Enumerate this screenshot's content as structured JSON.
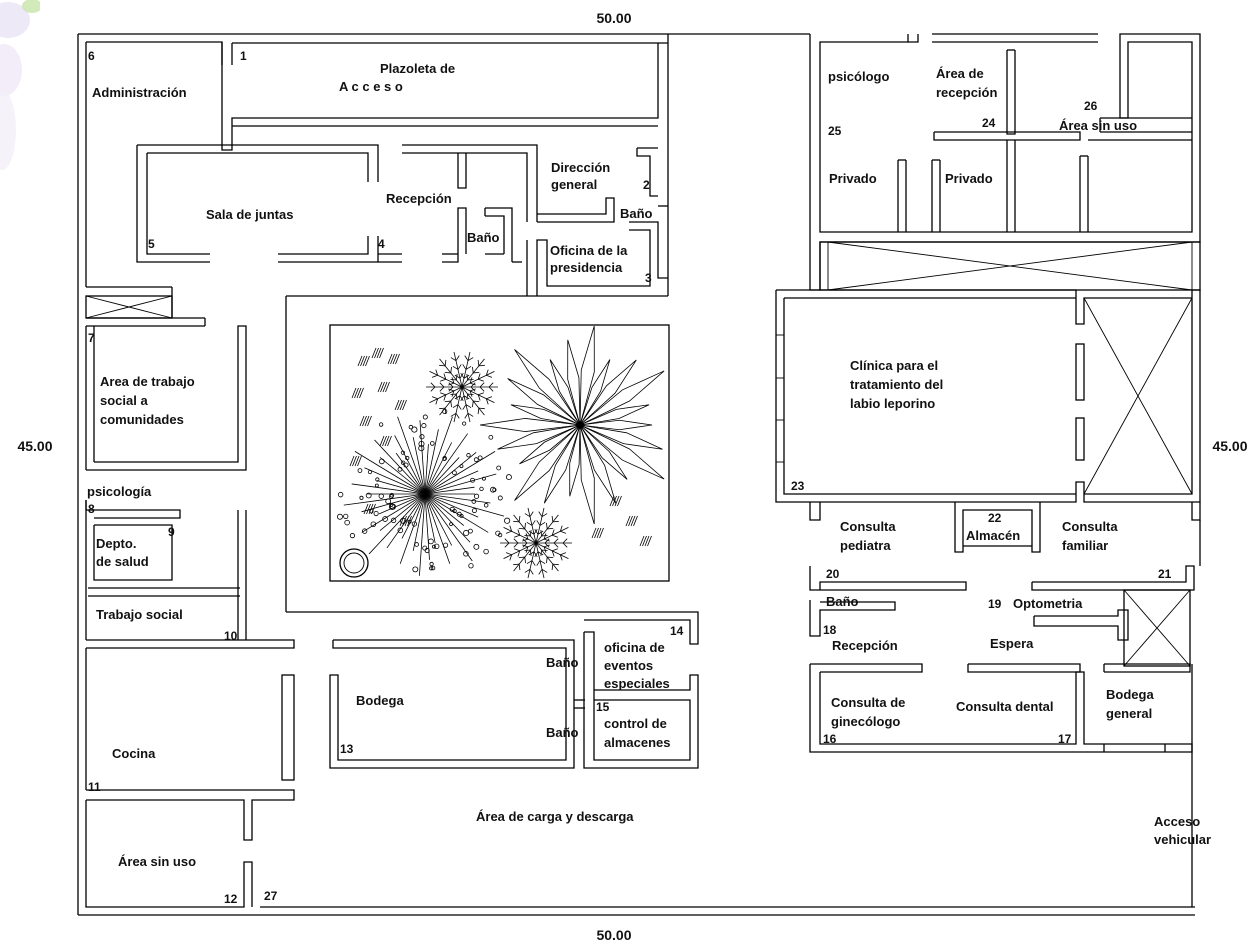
{
  "dimensions": {
    "top": "50.00",
    "bottom": "50.00",
    "left": "45.00",
    "right": "45.00"
  },
  "rooms": [
    {
      "id": "administracion",
      "label": "Administración"
    },
    {
      "id": "plazoleta",
      "label": "Plazoleta de"
    },
    {
      "id": "plazoleta2",
      "label": "A   c   c   e   s   o"
    },
    {
      "id": "sala-juntas",
      "label": "Sala de juntas"
    },
    {
      "id": "recepcion-main",
      "label": "Recepción"
    },
    {
      "id": "bano-a",
      "label": "Baño"
    },
    {
      "id": "direccion",
      "label": "Dirección"
    },
    {
      "id": "direccion2",
      "label": "general"
    },
    {
      "id": "bano-b",
      "label": "Baño"
    },
    {
      "id": "presidencia",
      "label": "Oficina de la"
    },
    {
      "id": "presidencia2",
      "label": "presidencia"
    },
    {
      "id": "psicologo",
      "label": "psicólogo"
    },
    {
      "id": "recepcion-area",
      "label": "Área de"
    },
    {
      "id": "recepcion-area2",
      "label": "recepción"
    },
    {
      "id": "sin-uso-a",
      "label": "Área sin uso"
    },
    {
      "id": "privado-a",
      "label": "Privado"
    },
    {
      "id": "privado-b",
      "label": "Privado"
    },
    {
      "id": "trabajo-social-com",
      "label": "Area de trabajo"
    },
    {
      "id": "trabajo-social-com2",
      "label": "social a"
    },
    {
      "id": "trabajo-social-com3",
      "label": "comunidades"
    },
    {
      "id": "clinica",
      "label": "Clínica para el"
    },
    {
      "id": "clinica2",
      "label": "tratamiento del"
    },
    {
      "id": "clinica3",
      "label": "labio leporino"
    },
    {
      "id": "psicologia",
      "label": "psicología"
    },
    {
      "id": "depto-salud",
      "label": "Depto."
    },
    {
      "id": "depto-salud2",
      "label": "de salud"
    },
    {
      "id": "trabajo-social",
      "label": "Trabajo social"
    },
    {
      "id": "consulta-pediatra",
      "label": "Consulta"
    },
    {
      "id": "consulta-pediatra2",
      "label": "pediatra"
    },
    {
      "id": "almacen",
      "label": "Almacén"
    },
    {
      "id": "consulta-familiar",
      "label": "Consulta"
    },
    {
      "id": "consulta-familiar2",
      "label": "familiar"
    },
    {
      "id": "bano-c",
      "label": "Baño"
    },
    {
      "id": "optometria",
      "label": "Optometria"
    },
    {
      "id": "recepcion-clinic",
      "label": "Recepción"
    },
    {
      "id": "espera",
      "label": "Espera"
    },
    {
      "id": "bodega",
      "label": "Bodega"
    },
    {
      "id": "bano-d",
      "label": "Baño"
    },
    {
      "id": "bano-e",
      "label": "Baño"
    },
    {
      "id": "eventos",
      "label": "oficina de"
    },
    {
      "id": "eventos2",
      "label": "eventos"
    },
    {
      "id": "eventos3",
      "label": "especiales"
    },
    {
      "id": "control",
      "label": "control de"
    },
    {
      "id": "control2",
      "label": "almacenes"
    },
    {
      "id": "ginecologo",
      "label": "Consulta de"
    },
    {
      "id": "ginecologo2",
      "label": "ginecólogo"
    },
    {
      "id": "dental",
      "label": "Consulta dental"
    },
    {
      "id": "bodega-general",
      "label": "Bodega"
    },
    {
      "id": "bodega-general2",
      "label": "general"
    },
    {
      "id": "cocina",
      "label": "Cocina"
    },
    {
      "id": "carga",
      "label": "Área de carga y descarga"
    },
    {
      "id": "acceso-vehicular",
      "label": "Acceso"
    },
    {
      "id": "acceso-vehicular2",
      "label": "vehicular"
    },
    {
      "id": "sin-uso-b",
      "label": "Área sin uso"
    }
  ],
  "numbers": [
    "1",
    "2",
    "3",
    "4",
    "5",
    "6",
    "7",
    "8",
    "9",
    "10",
    "11",
    "12",
    "13",
    "14",
    "15",
    "16",
    "17",
    "18",
    "19",
    "20",
    "21",
    "22",
    "23",
    "24",
    "25",
    "26",
    "27"
  ]
}
